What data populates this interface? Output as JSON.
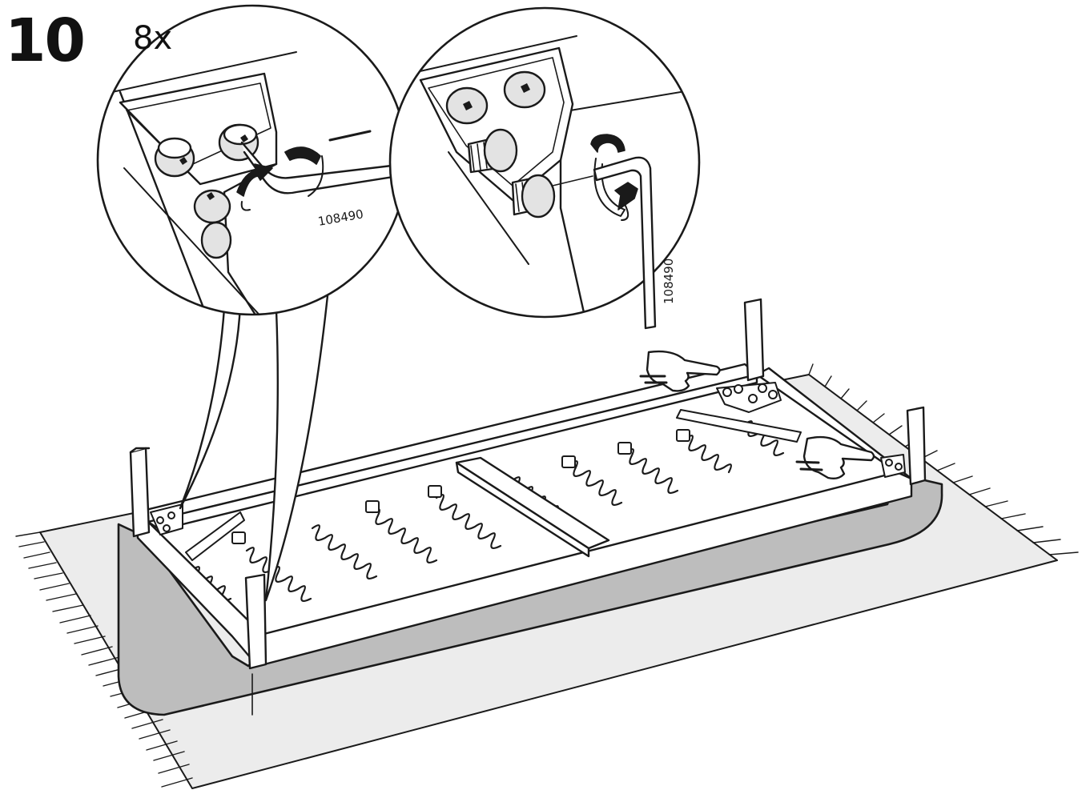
{
  "instruction": {
    "step_number": "10",
    "quantity": "8x",
    "tool_part_number": "108490",
    "callouts": [
      {
        "name": "detail-loosen",
        "part_label": "108490"
      },
      {
        "name": "detail-tighten",
        "part_label": "108490"
      }
    ]
  },
  "colors": {
    "line": "#1a1a1a",
    "frame_fill": "#ffffff",
    "cushion_fill": "#bdbdbd",
    "rug_fill": "#ececec",
    "fastener_fill": "#e3e3e3"
  },
  "icons": [
    "hex-key-icon",
    "rotation-arrow-icon",
    "pointing-hand-icon",
    "spring-icon",
    "bolt-icon"
  ]
}
